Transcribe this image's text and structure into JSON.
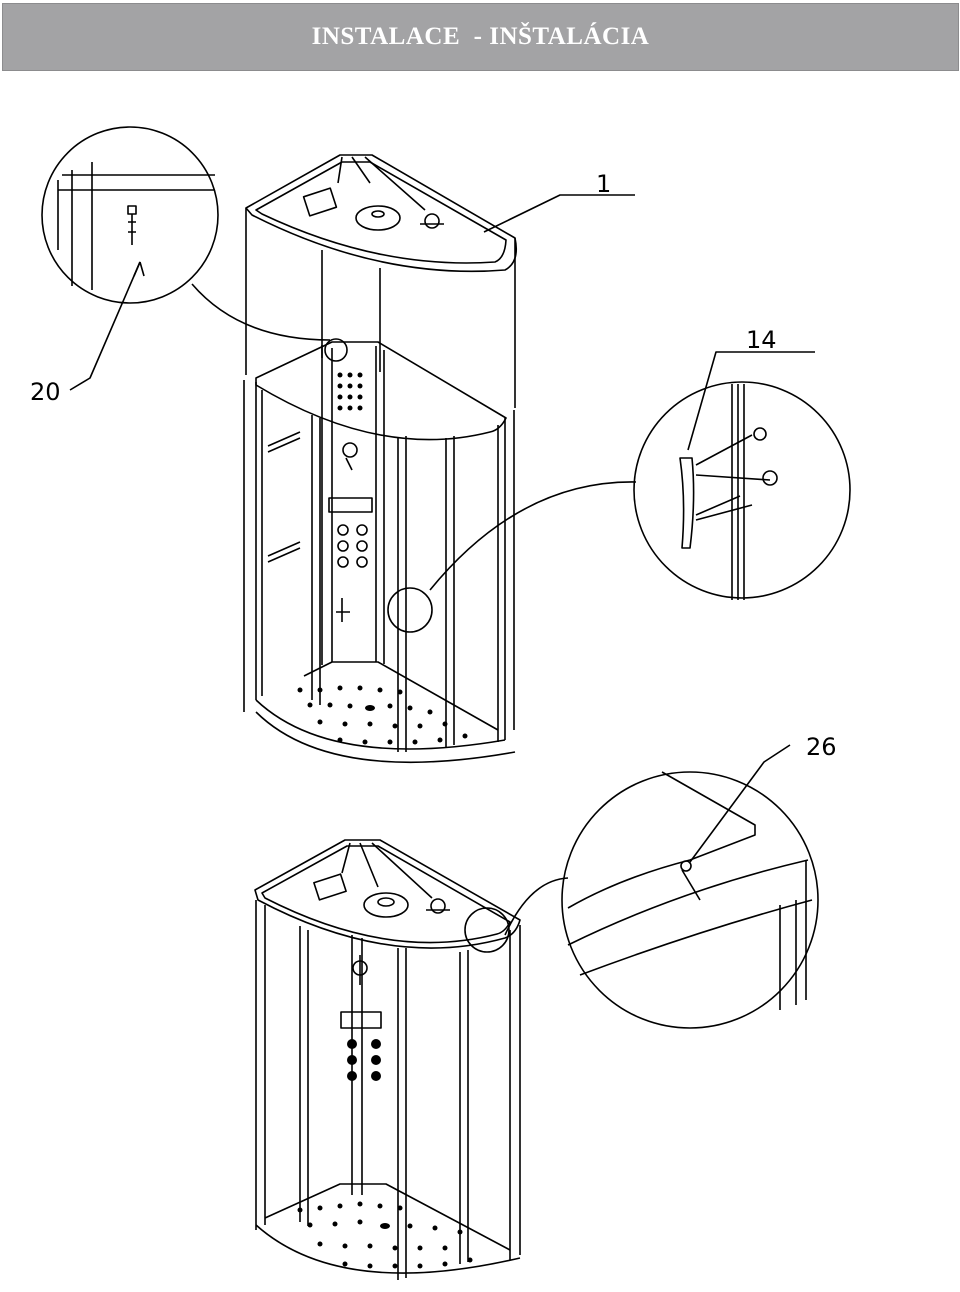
{
  "header": {
    "title": "INSTALACE  - INŠTALÁCIA"
  },
  "callouts": {
    "part_1": "1",
    "part_14": "14",
    "part_20": "20",
    "part_26": "26"
  },
  "colors": {
    "header_bg": "#a3a3a5",
    "header_text": "#ffffff",
    "line": "#000000"
  }
}
